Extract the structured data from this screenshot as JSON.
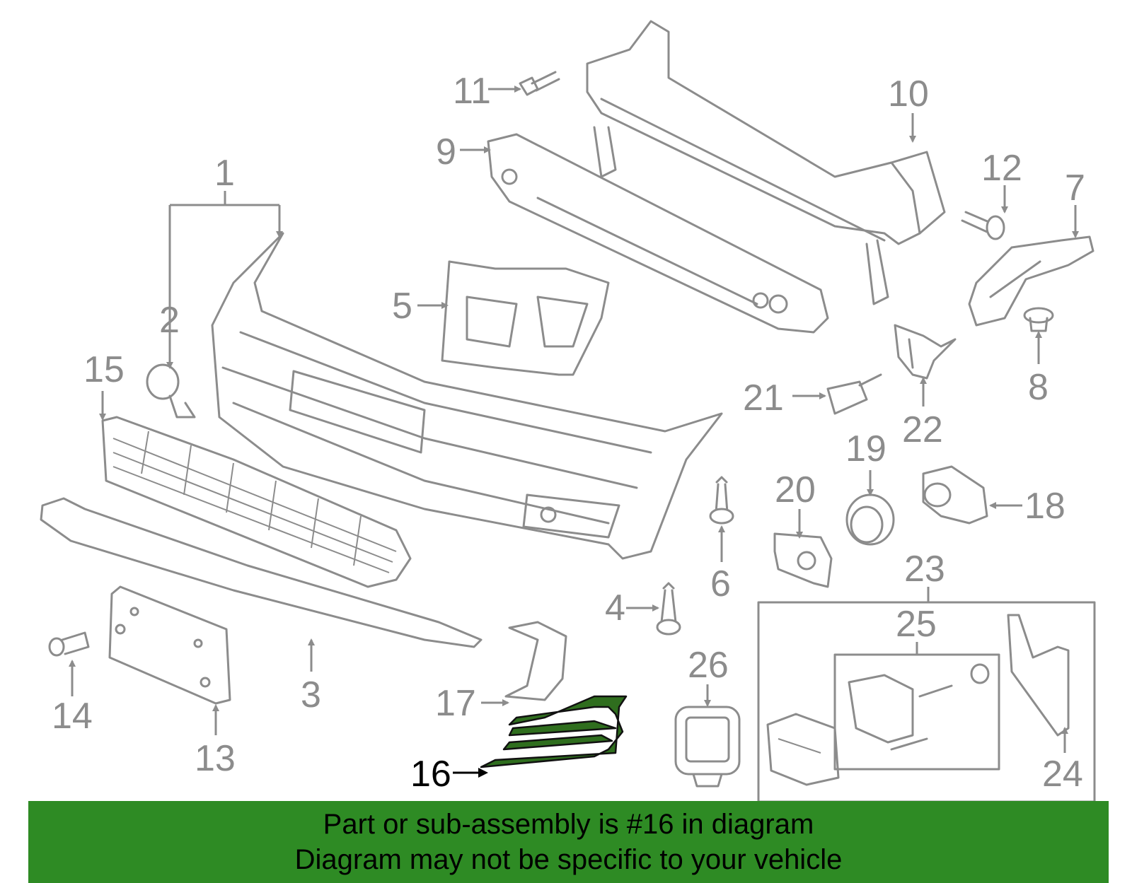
{
  "callouts": {
    "c1": "1",
    "c2": "2",
    "c3": "3",
    "c4": "4",
    "c5": "5",
    "c6": "6",
    "c7": "7",
    "c8": "8",
    "c9": "9",
    "c10": "10",
    "c11": "11",
    "c12": "12",
    "c13": "13",
    "c14": "14",
    "c15": "15",
    "c16": "16",
    "c17": "17",
    "c18": "18",
    "c19": "19",
    "c20": "20",
    "c21": "21",
    "c22": "22",
    "c23": "23",
    "c24": "24",
    "c25": "25",
    "c26": "26"
  },
  "highlighted_part": "16",
  "colors": {
    "line": "#8c8c8c",
    "highlight_fill": "#2f6e1e",
    "banner": "#2e8b24"
  },
  "banner": {
    "line1": "Part or sub-assembly is #16 in diagram",
    "line2": "Diagram may not be specific to your vehicle"
  }
}
